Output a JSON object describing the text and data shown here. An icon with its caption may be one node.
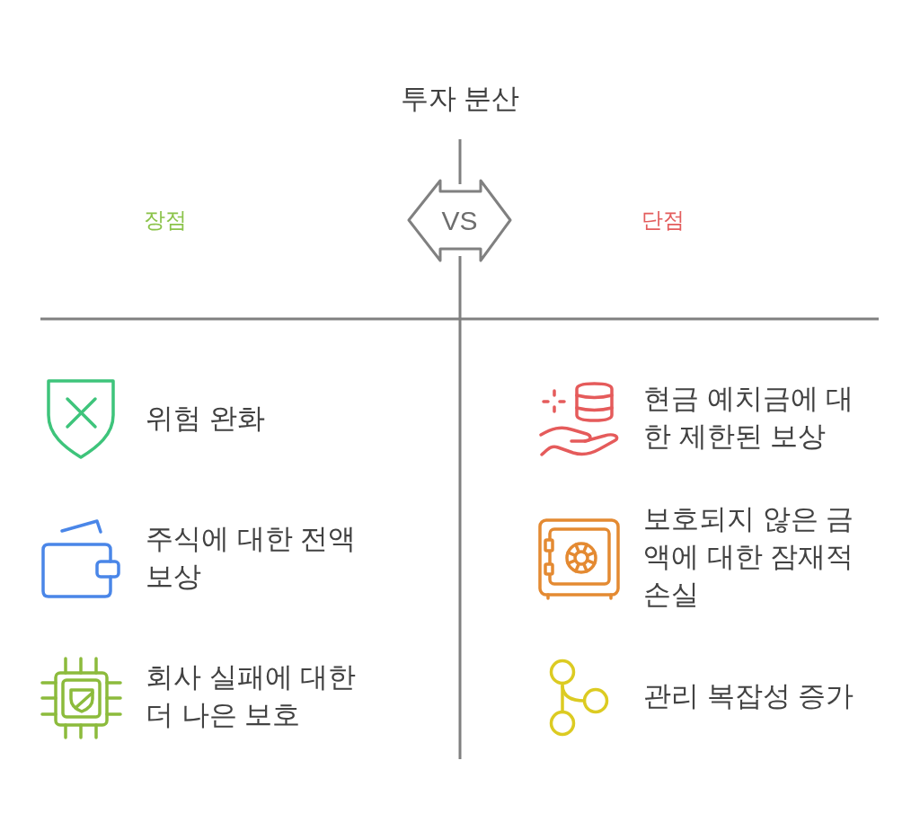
{
  "diagram": {
    "title": "투자 분산",
    "nodes": [
      {
        "text": [
          "VS"
        ]
      }
    ],
    "labels": [
      "장점",
      "단점",
      "위험 완화",
      "현금 예치금에 대한 제한된 보상",
      "주식에 대한 전액 보상",
      "보호되지 않은 금액에 대한 잠재적 손실",
      "회사 실패에 대한 더 나은 보호",
      "관리 복잡성 증가"
    ]
  }
}
